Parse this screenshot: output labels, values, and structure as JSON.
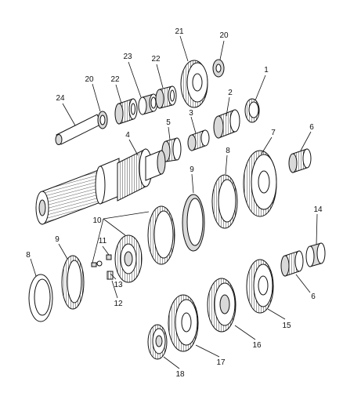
{
  "diagram": {
    "type": "exploded-parts-diagram",
    "subject": "transmission mainshaft and gear components",
    "colors": {
      "line": "#111111",
      "fill": "#ffffff",
      "shade": "#d9d9d9",
      "dark": "#8c8c8c"
    },
    "callouts": [
      "1",
      "2",
      "3",
      "4",
      "5",
      "6",
      "6",
      "7",
      "8",
      "8",
      "9",
      "9",
      "10",
      "11",
      "12",
      "13",
      "14",
      "15",
      "16",
      "17",
      "18",
      "20",
      "20",
      "21",
      "22",
      "22",
      "23",
      "24"
    ]
  }
}
